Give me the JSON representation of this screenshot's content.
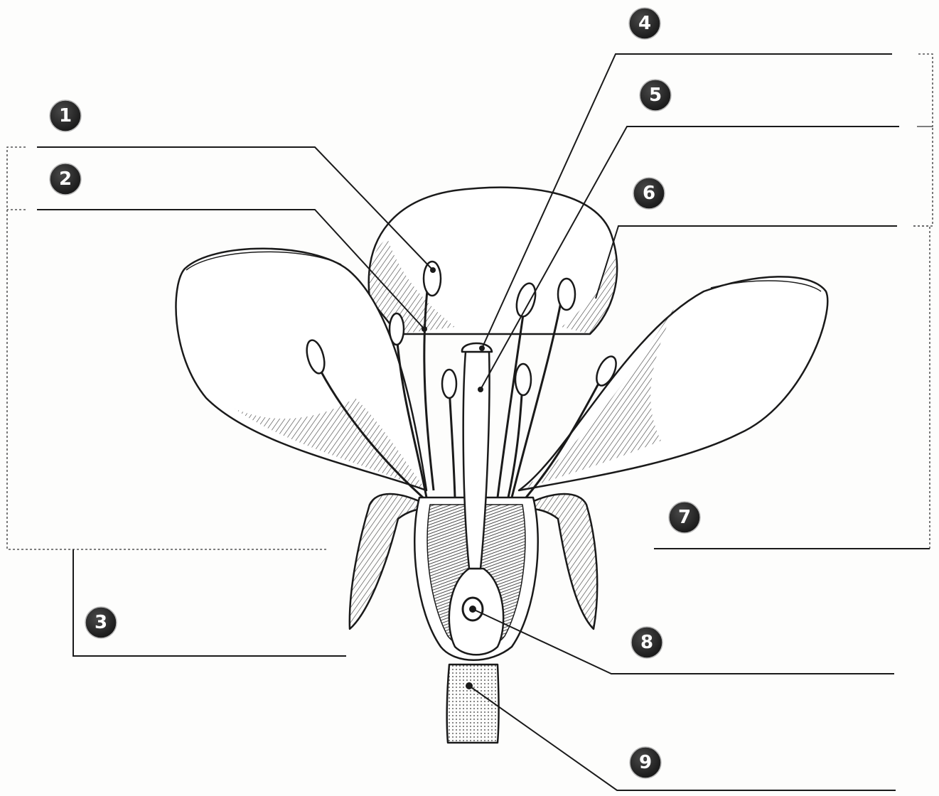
{
  "diagram": {
    "title": "",
    "markers": [
      {
        "id": "1",
        "label": "1"
      },
      {
        "id": "2",
        "label": "2"
      },
      {
        "id": "3",
        "label": "3"
      },
      {
        "id": "4",
        "label": "4"
      },
      {
        "id": "5",
        "label": "5"
      },
      {
        "id": "6",
        "label": "6"
      },
      {
        "id": "7",
        "label": "7"
      },
      {
        "id": "8",
        "label": "8"
      },
      {
        "id": "9",
        "label": "9"
      }
    ],
    "colors": {
      "ink": "#1a1a1a",
      "badge": "#2b2b2b",
      "paper": "#fdfdfc",
      "hatch": "#3a3a3a"
    }
  }
}
